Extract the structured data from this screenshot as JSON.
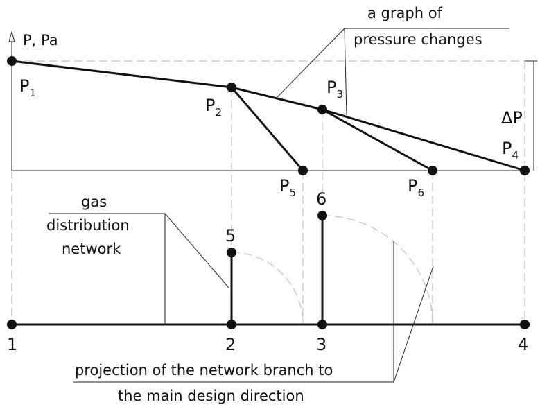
{
  "axis": {
    "label": "P, Pa"
  },
  "callouts": {
    "graph_line1": "a graph of",
    "graph_line2": "pressure changes",
    "network_line1": "gas",
    "network_line2": "distribution",
    "network_line3": "network",
    "projection_line1": "projection of the network branch to",
    "projection_line2": "the main design direction"
  },
  "pressure_points": {
    "p1": {
      "base": "P",
      "sub": "1"
    },
    "p2": {
      "base": "P",
      "sub": "2"
    },
    "p3": {
      "base": "P",
      "sub": "3"
    },
    "p4": {
      "base": "P",
      "sub": "4"
    },
    "p5": {
      "base": "P",
      "sub": "5"
    },
    "p6": {
      "base": "P",
      "sub": "6"
    }
  },
  "delta_label": "ΔP",
  "nodes": {
    "n1": "1",
    "n2": "2",
    "n3": "3",
    "n4": "4",
    "n5": "5",
    "n6": "6"
  }
}
